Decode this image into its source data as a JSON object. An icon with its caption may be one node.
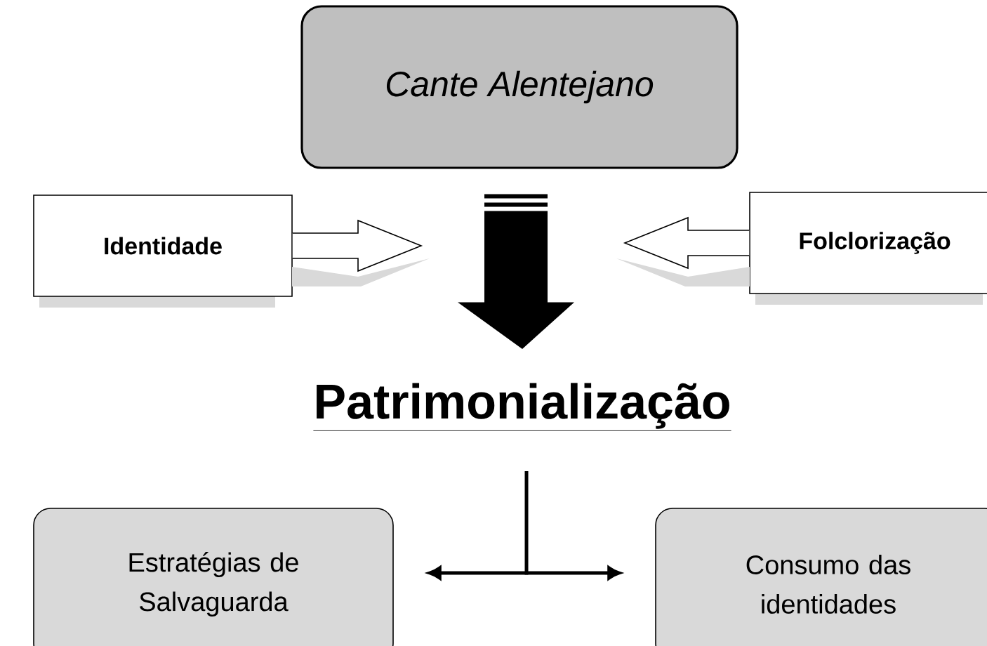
{
  "diagram": {
    "nodes": [
      {
        "text": [
          "Cante Alentejano"
        ]
      },
      {
        "text": [
          "Identidade"
        ]
      },
      {
        "text": [
          "Folclorização"
        ]
      },
      {
        "text": [
          "Patrimonialização"
        ]
      },
      {
        "text": [
          "Estratégias de Salvaguarda"
        ]
      },
      {
        "text": [
          "Consumo das identidades"
        ]
      }
    ],
    "edges": [
      {
        "from": 0,
        "to": 3,
        "arrow": "to"
      },
      {
        "from": 1,
        "to": null,
        "arrow": "to"
      },
      {
        "from": 2,
        "to": null,
        "arrow": "to"
      },
      {
        "from": 3,
        "to": 4,
        "arrow": "to"
      },
      {
        "from": 3,
        "to": 5,
        "arrow": "to"
      }
    ]
  }
}
